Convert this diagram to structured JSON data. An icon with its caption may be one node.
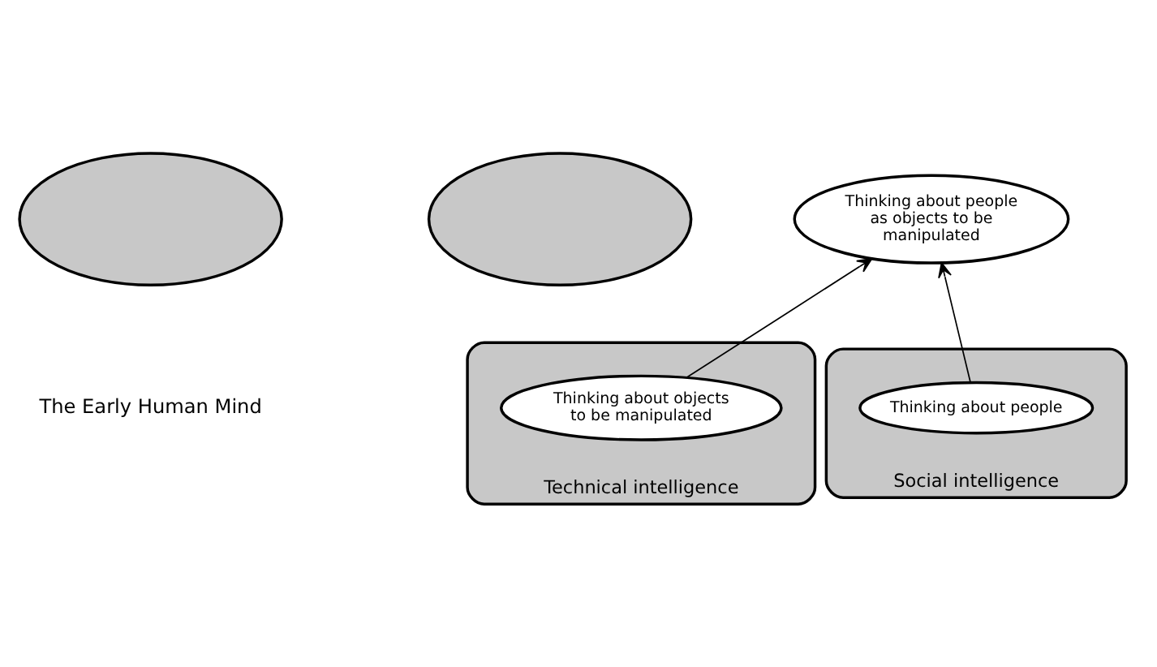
{
  "diagram": {
    "nodes": [
      {
        "text": [],
        "shape": "ellipse"
      },
      {
        "text": [],
        "shape": "ellipse"
      },
      {
        "text": [
          "Thinking about people as objects to be manipulated"
        ]
      },
      {
        "text": [],
        "shape": "ellipse",
        "beside": [
          "Technical intelligence"
        ]
      },
      {
        "text": [
          "Thinking about objects to be manipulated"
        ],
        "in": 3
      },
      {
        "text": [],
        "shape": "ellipse",
        "beside": [
          "Social intelligence"
        ]
      },
      {
        "text": [
          "Thinking about people"
        ],
        "in": 5
      }
    ],
    "edges": [
      {
        "from": 4,
        "to": 2,
        "arrow": "to"
      },
      {
        "from": 6,
        "to": 2,
        "arrow": "to"
      }
    ],
    "labels": [
      "The Early Human Mind"
    ]
  }
}
